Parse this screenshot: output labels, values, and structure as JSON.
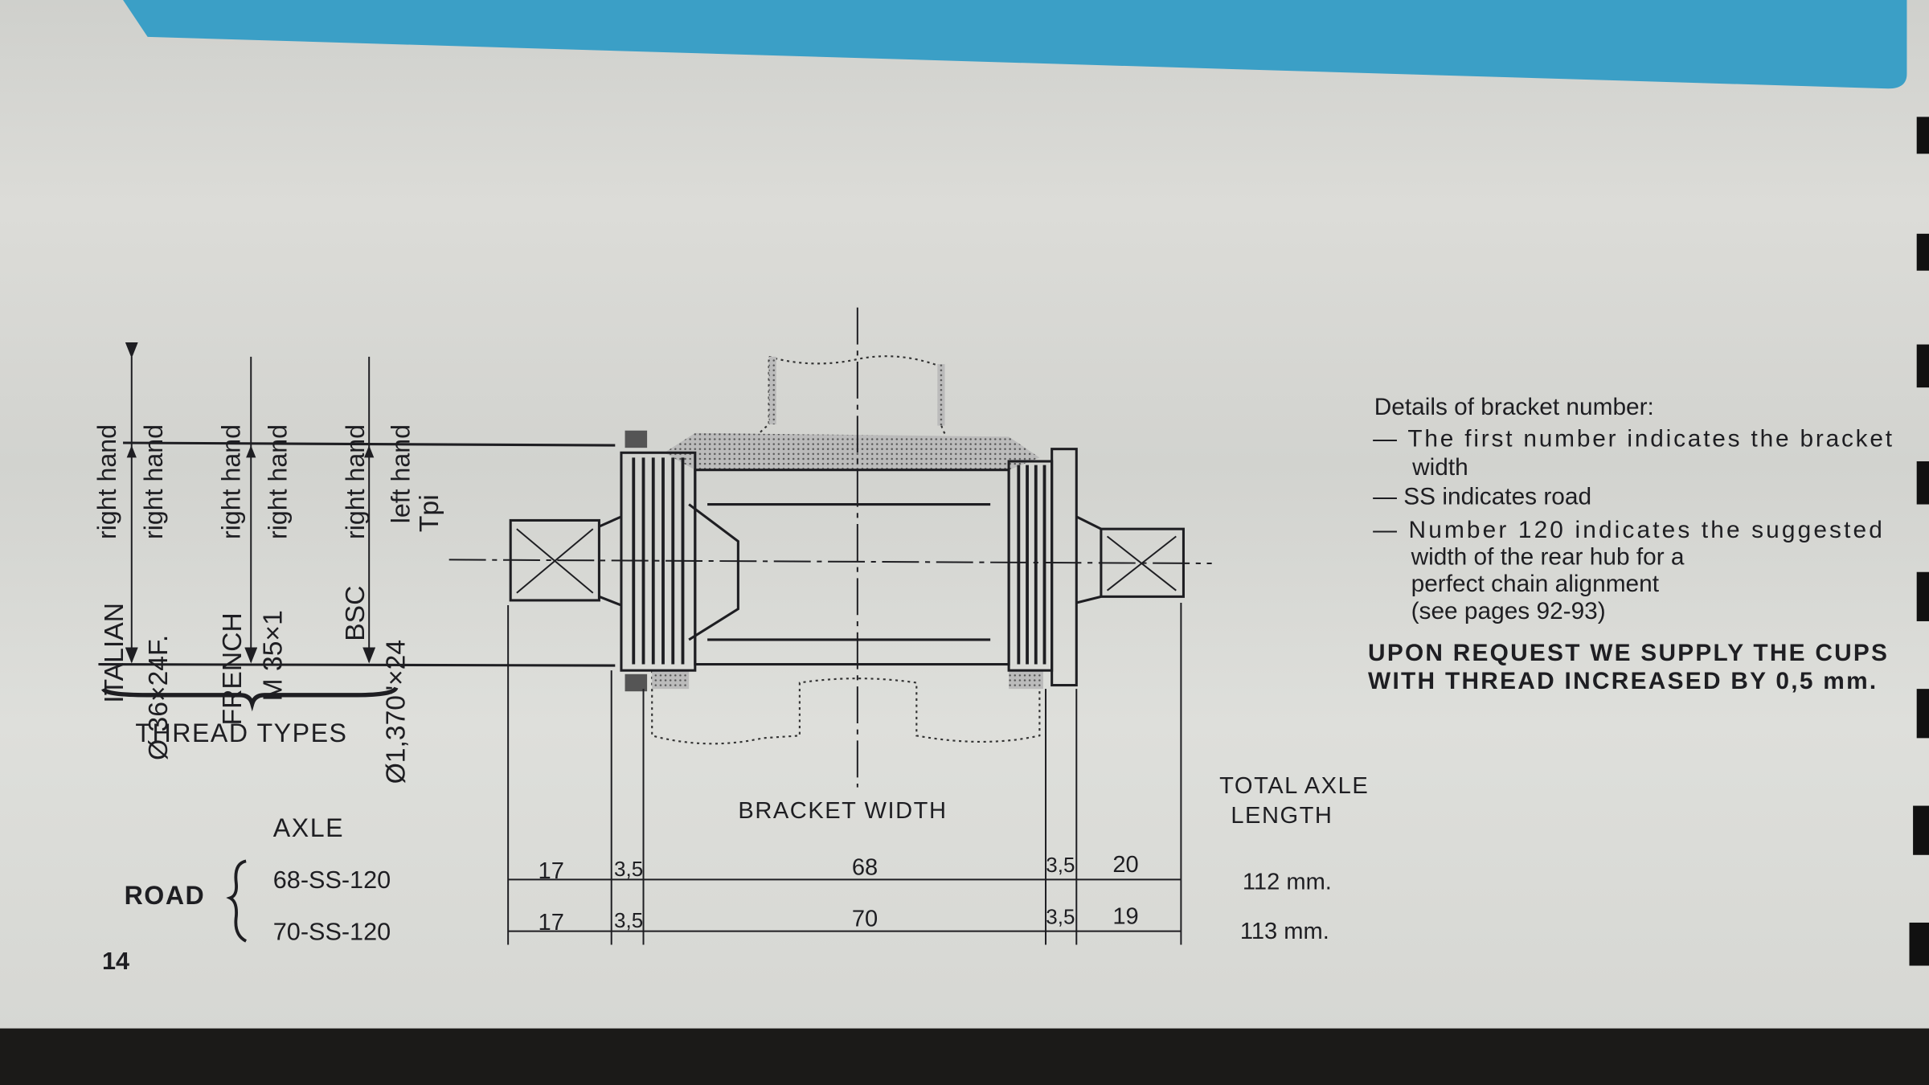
{
  "thread_types": {
    "hand_labels": [
      "right hand",
      "right hand",
      "right hand",
      "right hand",
      "right hand",
      "left hand"
    ],
    "italian": {
      "name": "ITALIAN",
      "spec": "Ø 36×24F."
    },
    "french": {
      "name": "FRENCH",
      "spec": "M 35×1"
    },
    "bsc": {
      "name": "BSC",
      "spec": "Ø1,370\"×24",
      "unit": "Tpi"
    },
    "caption": "THREAD TYPES"
  },
  "dimensions": {
    "bracket_width_label": "BRACKET WIDTH",
    "total_axle_line1": "TOTAL AXLE",
    "total_axle_line2": "LENGTH",
    "rows": [
      {
        "left": "17",
        "cup_l": "3,5",
        "width": "68",
        "cup_r": "3,5",
        "right": "20",
        "total": "112 mm."
      },
      {
        "left": "17",
        "cup_l": "3,5",
        "width": "70",
        "cup_r": "3,5",
        "right": "19",
        "total": "113 mm."
      }
    ]
  },
  "axle": {
    "header": "AXLE",
    "category": "ROAD",
    "models": [
      "68-SS-120",
      "70-SS-120"
    ]
  },
  "page_number": "14",
  "notes": {
    "title": "Details of bracket number:",
    "lines": [
      "— The first number indicates the bracket",
      "width",
      "— SS indicates road",
      "— Number 120 indicates the suggested",
      "width of the rear hub for a",
      "perfect chain alignment",
      "(see pages 92-93)"
    ],
    "bold": [
      "UPON REQUEST WE SUPPLY THE CUPS",
      "WITH THREAD INCREASED BY 0,5 mm."
    ]
  },
  "colors": {
    "paper": "#d8d9d5",
    "band": "#3b9fc6",
    "ink": "#1e1e22"
  }
}
